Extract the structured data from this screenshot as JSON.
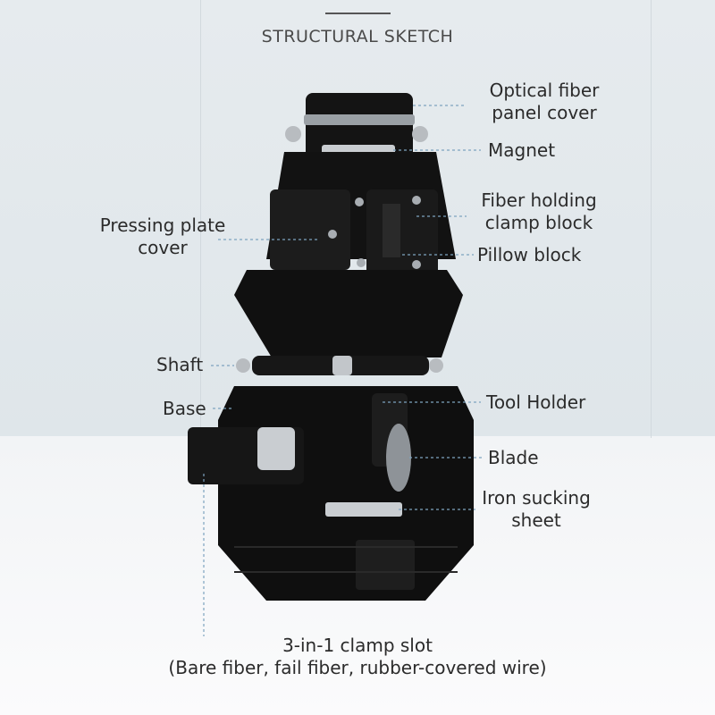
{
  "title": "STRUCTURAL SKETCH",
  "labels": {
    "optical_fiber_panel_cover": [
      "Optical fiber",
      "panel cover"
    ],
    "magnet": "Magnet",
    "fiber_holding_clamp_block": [
      "Fiber holding",
      "clamp block"
    ],
    "pressing_plate_cover": [
      "Pressing plate",
      "cover"
    ],
    "pillow_block": "Pillow block",
    "shaft": "Shaft",
    "tool_holder": "Tool Holder",
    "base": "Base",
    "blade": "Blade",
    "iron_sucking_sheet": [
      "Iron sucking",
      "sheet"
    ],
    "clamp_slot": [
      "3-in-1 clamp slot",
      "(Bare fiber, fail fiber, rubber-covered wire)"
    ]
  },
  "colors": {
    "body": "#141414",
    "metal": "#b8bcc0",
    "leader": "#7da3bf",
    "text": "#2b2b2b"
  }
}
